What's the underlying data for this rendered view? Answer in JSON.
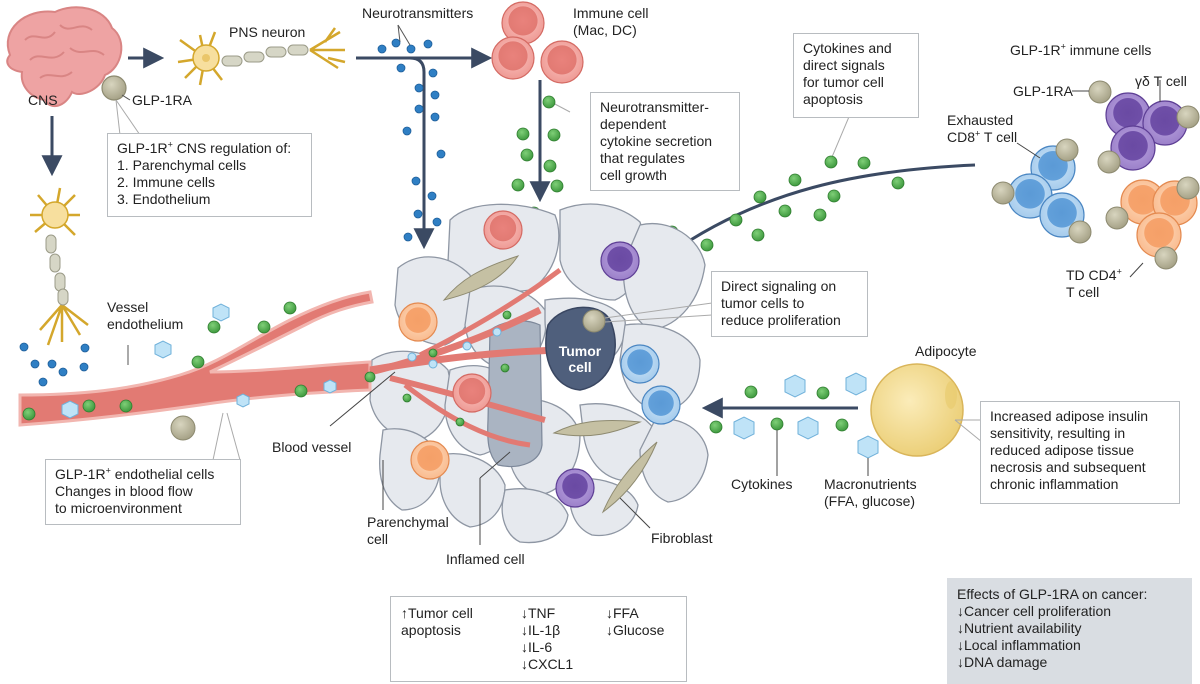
{
  "figure": {
    "title": "Effects of GLP-1RA on the tumor microenvironment"
  },
  "labels": {
    "cns": "CNS",
    "glp1ra_brain": "GLP-1RA",
    "pns_neuron": "PNS neuron",
    "neurotransmitters": "Neurotransmitters",
    "immune_cell_line1": "Immune cell",
    "immune_cell_line2": "(Mac, DC)",
    "glp1r_immune_cells_prefix": "GLP-1R",
    "glp1r_immune_cells_sup": "+",
    "glp1r_immune_cells_suffix": " immune cells",
    "glp1ra_immune": "GLP-1RA",
    "gd_t_cell": "γδ T cell",
    "exhausted_line1": "Exhausted",
    "exhausted_line2_prefix": "CD8",
    "exhausted_line2_sup": "+",
    "exhausted_line2_suffix": " T cell",
    "td_cd4_line1_prefix": "TD CD4",
    "td_cd4_line1_sup": "+",
    "td_cd4_line2": "T cell",
    "vessel_endothelium_line1": "Vessel",
    "vessel_endothelium_line2": "endothelium",
    "blood_vessel": "Blood vessel",
    "parenchymal_line1": "Parenchymal",
    "parenchymal_line2": "cell",
    "inflamed_cell": "Inflamed cell",
    "fibroblast": "Fibroblast",
    "tumor_cell_line1": "Tumor",
    "tumor_cell_line2": "cell",
    "adipocyte": "Adipocyte",
    "cytokines": "Cytokines",
    "macronutrients_line1": "Macronutrients",
    "macronutrients_line2": "(FFA, glucose)"
  },
  "callouts": {
    "cns_regulation": {
      "title_prefix": "GLP-1R",
      "title_sup": "+",
      "title_suffix": " CNS regulation of:",
      "items": [
        "1. Parenchymal cells",
        "2. Immune cells",
        "3. Endothelium"
      ]
    },
    "neurotransmitter_cytokine": {
      "lines": [
        "Neurotransmitter-",
        "dependent",
        "cytokine secretion",
        "that regulates",
        "cell growth"
      ]
    },
    "cytokines_apoptosis": {
      "lines": [
        "Cytokines and",
        "direct signals",
        "for tumor cell",
        "apoptosis"
      ]
    },
    "direct_signaling": {
      "lines": [
        "Direct signaling on",
        "tumor cells to",
        "reduce proliferation"
      ]
    },
    "endothelial": {
      "line1_prefix": "GLP-1R",
      "line1_sup": "+",
      "line1_suffix": " endothelial cells",
      "lines": [
        "Changes in blood flow",
        "to microenvironment"
      ]
    },
    "adipose": {
      "lines": [
        "Increased adipose insulin",
        "sensitivity, resulting in",
        "reduced adipose tissue",
        "necrosis and subsequent",
        "chronic inflammation"
      ]
    }
  },
  "outcomes": {
    "col1": [
      "↑Tumor cell",
      "apoptosis"
    ],
    "col2": [
      "↓TNF",
      "↓IL-1β",
      "↓IL-6",
      "↓CXCL1"
    ],
    "col3": [
      "↓FFA",
      "↓Glucose"
    ]
  },
  "effects": {
    "title": "Effects of GLP-1RA on cancer:",
    "items": [
      "↓Cancer cell proliferation",
      "↓Nutrient availability",
      "↓Local inflammation",
      "↓DNA damage"
    ]
  },
  "colors": {
    "arrow": "#3b4a63",
    "neurotransmitter": "#2f7fc4",
    "cytokine": "#4aa84a",
    "macronutrient": "#bfe3f7",
    "vessel": "#e0706a",
    "vessel_wall": "#f2b6b0",
    "tumor": "#4f5f7c",
    "glp1ra": "#b9b59a",
    "adipocyte": "#f2d98a",
    "effects_bg": "#d9dde2"
  }
}
